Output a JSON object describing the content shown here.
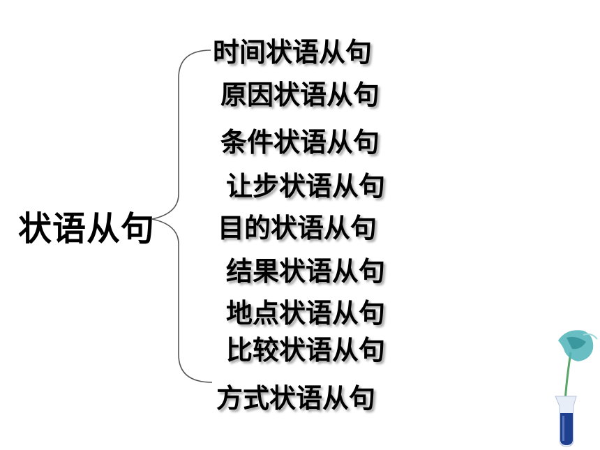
{
  "diagram": {
    "root": "状语从句",
    "branches": [
      "时间状语从句",
      "原因状语从句",
      "条件状语从句",
      "让步状语从句",
      "目的状语从句",
      "结果状语从句",
      "地点状语从句",
      "比较状语从句",
      "方式状语从句"
    ]
  },
  "colors": {
    "text": "#000000",
    "brace": "#555555",
    "vase": "#1f3f8f",
    "leaf": "#4fb3b8"
  },
  "decoration": {
    "icon": "calla-lily-in-vase-icon"
  }
}
